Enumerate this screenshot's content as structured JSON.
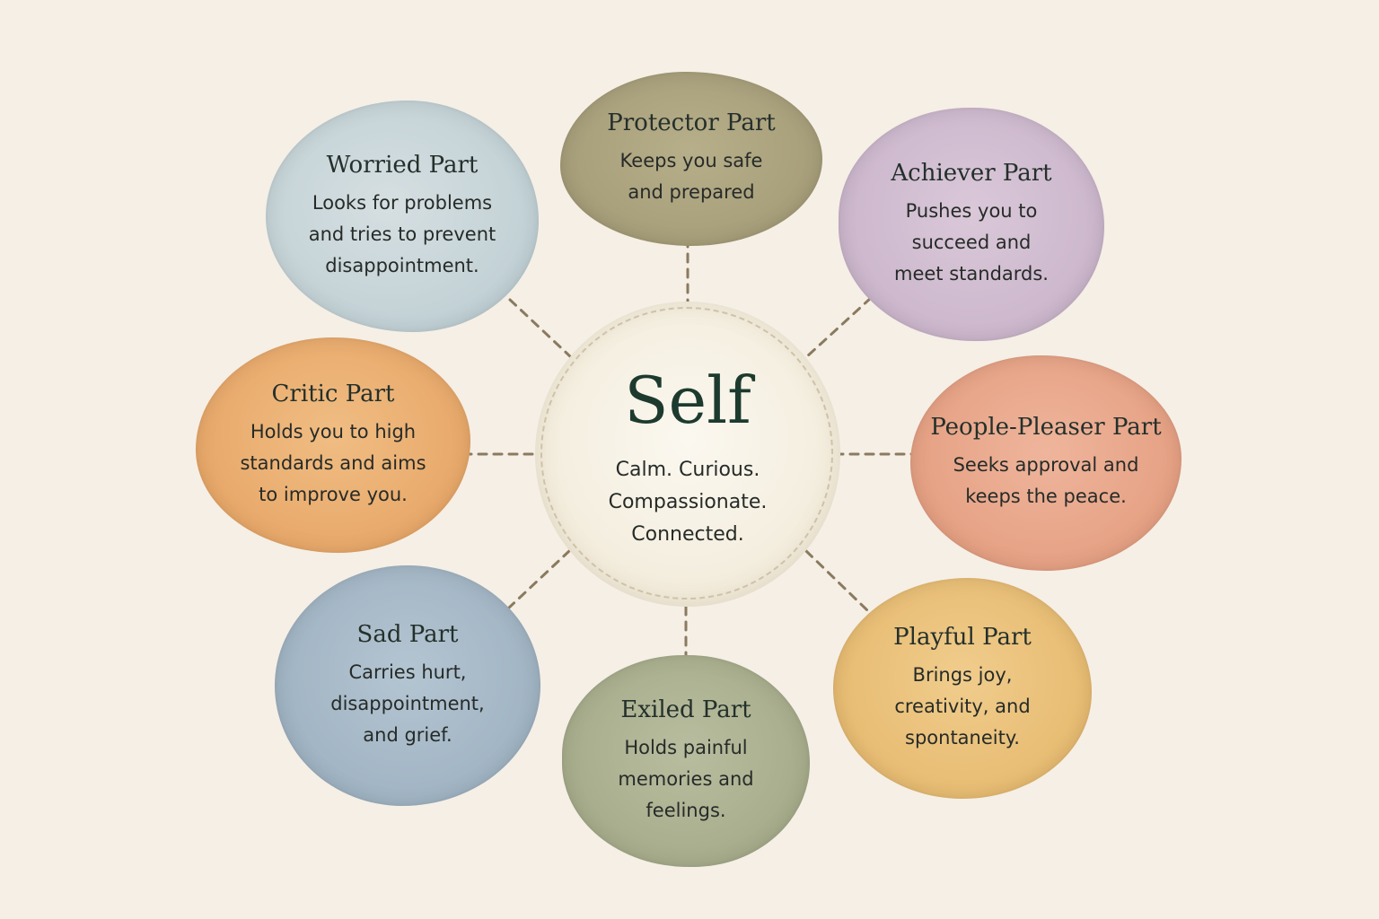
{
  "center": {
    "title": "Self",
    "lines": [
      "Calm. Curious.",
      "Compassionate.",
      "Connected."
    ]
  },
  "parts": [
    {
      "id": "worried",
      "title": "Worried Part",
      "lines": [
        "Looks for problems",
        "and tries to prevent",
        "disappointment."
      ],
      "color": "#c3d2d6"
    },
    {
      "id": "protector",
      "title": "Protector Part",
      "lines": [
        "Keeps you safe",
        "and prepared"
      ],
      "color": "#a89f7b"
    },
    {
      "id": "achiever",
      "title": "Achiever Part",
      "lines": [
        "Pushes you to",
        "succeed and",
        "meet standards."
      ],
      "color": "#cdb8cd"
    },
    {
      "id": "critic",
      "title": "Critic Part",
      "lines": [
        "Holds you to high",
        "standards and aims",
        "to improve you."
      ],
      "color": "#e9aa6c"
    },
    {
      "id": "pleaser",
      "title": "People-Pleaser Part",
      "lines": [
        "Seeks approval and",
        "keeps the peace."
      ],
      "color": "#e6a285"
    },
    {
      "id": "sad",
      "title": "Sad Part",
      "lines": [
        "Carries hurt,",
        "disappointment,",
        "and grief."
      ],
      "color": "#a2b5c4"
    },
    {
      "id": "exiled",
      "title": "Exiled Part",
      "lines": [
        "Holds painful",
        "memories and",
        "feelings."
      ],
      "color": "#a8ae8d"
    },
    {
      "id": "playful",
      "title": "Playful Part",
      "lines": [
        "Brings joy,",
        "creativity, and",
        "spontaneity."
      ],
      "color": "#e8bd74"
    }
  ],
  "connector_color": "#8a7a5e"
}
